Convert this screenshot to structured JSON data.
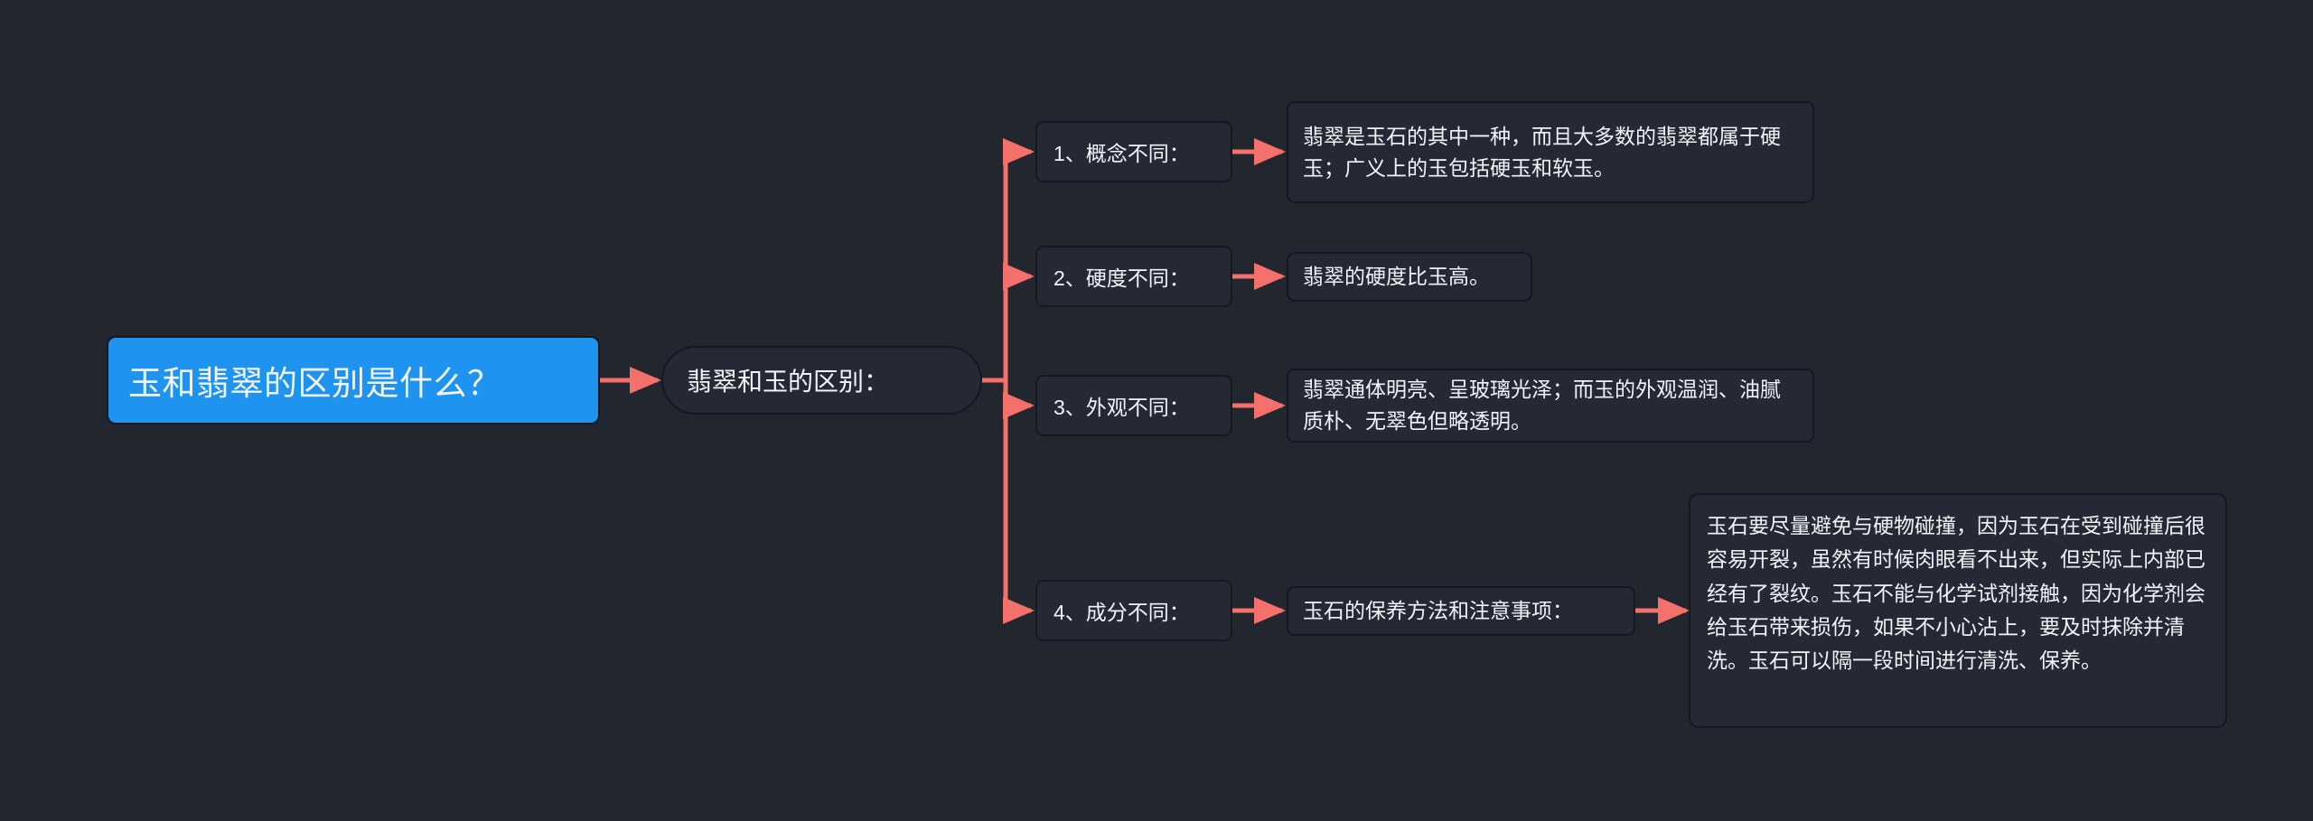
{
  "theme": {
    "background": "#22262f",
    "node_fill": "#252935",
    "node_border": "#15181f",
    "root_fill": "#1f93f0",
    "connector": "#f4706b",
    "text": "#f2f4f7"
  },
  "map": {
    "root": {
      "label": "玉和翡翠的区别是什么？"
    },
    "level2": {
      "label": "翡翠和玉的区别："
    },
    "branches": [
      {
        "label": "1、概念不同：",
        "detail": "翡翠是玉石的其中一种，而且大多数的翡翠都属于硬玉；广义上的玉包括硬玉和软玉。"
      },
      {
        "label": "2、硬度不同：",
        "detail": "翡翠的硬度比玉高。"
      },
      {
        "label": "3、外观不同：",
        "detail": "翡翠通体明亮、呈玻璃光泽；而玉的外观温润、油腻质朴、无翠色但略透明。"
      },
      {
        "label": "4、成分不同：",
        "detail": "玉石的保养方法和注意事项：",
        "detail2": "玉石要尽量避免与硬物碰撞，因为玉石在受到碰撞后很容易开裂，虽然有时候肉眼看不出来，但实际上内部已经有了裂纹。玉石不能与化学试剂接触，因为化学剂会给玉石带来损伤，如果不小心沾上，要及时抹除并清洗。玉石可以隔一段时间进行清洗、保养。"
      }
    ]
  }
}
